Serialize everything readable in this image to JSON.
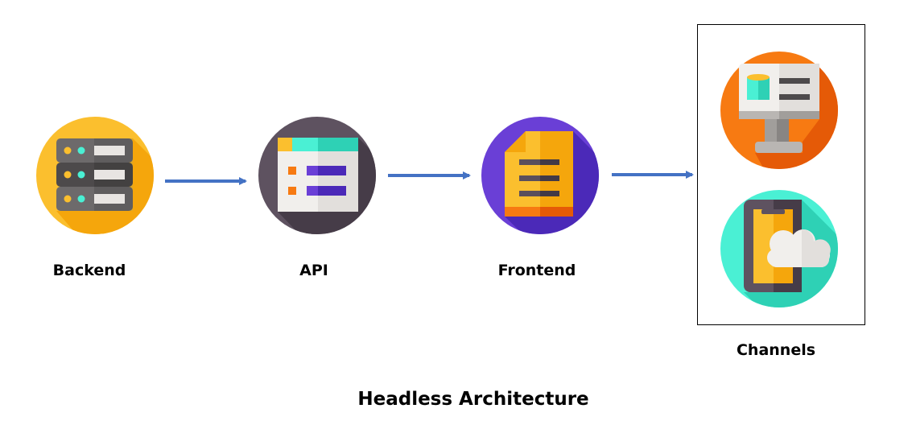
{
  "title": "Headless Architecture",
  "nodes": [
    {
      "label": "Backend",
      "icon": "server-icon",
      "color": "#fbbf2e"
    },
    {
      "label": "API",
      "icon": "api-window-icon",
      "color": "#5e5260"
    },
    {
      "label": "Frontend",
      "icon": "document-icon",
      "color": "#6a3fd6"
    },
    {
      "label": "Channels",
      "icon": "channels-group",
      "children": [
        {
          "icon": "monitor-icon",
          "color": "#f77a12"
        },
        {
          "icon": "smartphone-cloud-icon",
          "color": "#4af0d4"
        }
      ]
    }
  ],
  "arrow_color": "#4472c4"
}
